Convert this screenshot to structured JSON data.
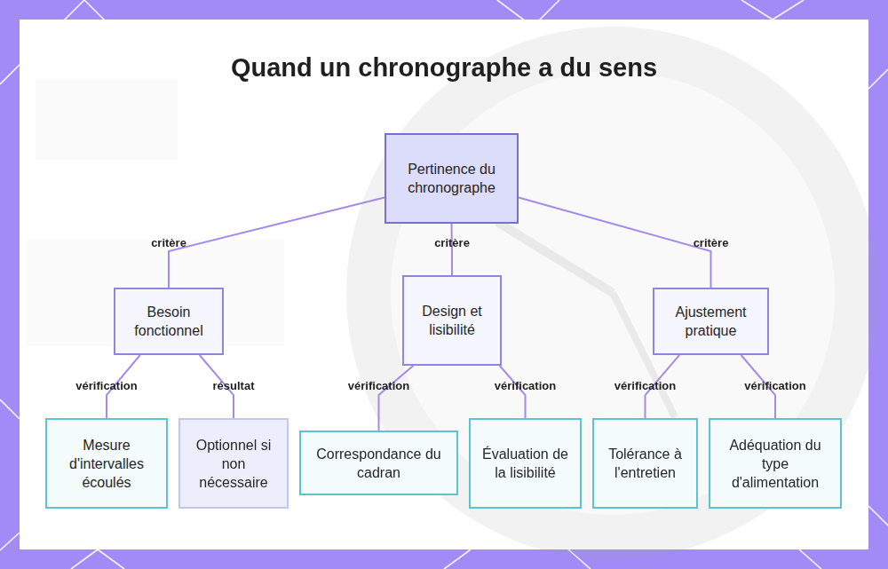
{
  "diagram": {
    "title": "Quand un chronographe a du sens",
    "nodes": [
      {
        "text": [
          "Pertinence du chronographe"
        ]
      },
      {
        "text": [
          "Besoin fonctionnel"
        ]
      },
      {
        "text": [
          "Design et lisibilité"
        ]
      },
      {
        "text": [
          "Ajustement pratique"
        ]
      },
      {
        "text": [
          "Mesure d'intervalles écoulés"
        ]
      },
      {
        "text": [
          "Optionnel si non nécessaire"
        ]
      },
      {
        "text": [
          "Correspondance du cadran"
        ]
      },
      {
        "text": [
          "Évaluation de la lisibilité"
        ]
      },
      {
        "text": [
          "Tolérance à l'entretien"
        ]
      },
      {
        "text": [
          "Adéquation du type d'alimentation"
        ]
      }
    ],
    "edges": [
      {
        "from": 0,
        "to": 1,
        "arrow": "none",
        "label": "critère"
      },
      {
        "from": 0,
        "to": 2,
        "arrow": "none",
        "label": "critère"
      },
      {
        "from": 0,
        "to": 3,
        "arrow": "none",
        "label": "critère"
      },
      {
        "from": 1,
        "to": 4,
        "arrow": "none",
        "label": "vérification"
      },
      {
        "from": 1,
        "to": 5,
        "arrow": "none",
        "label": "résultat"
      },
      {
        "from": 2,
        "to": 6,
        "arrow": "none",
        "label": "vérification"
      },
      {
        "from": 2,
        "to": 7,
        "arrow": "none",
        "label": "vérification"
      },
      {
        "from": 3,
        "to": 8,
        "arrow": "none",
        "label": "vérification"
      },
      {
        "from": 3,
        "to": 9,
        "arrow": "none",
        "label": "vérification"
      }
    ]
  }
}
